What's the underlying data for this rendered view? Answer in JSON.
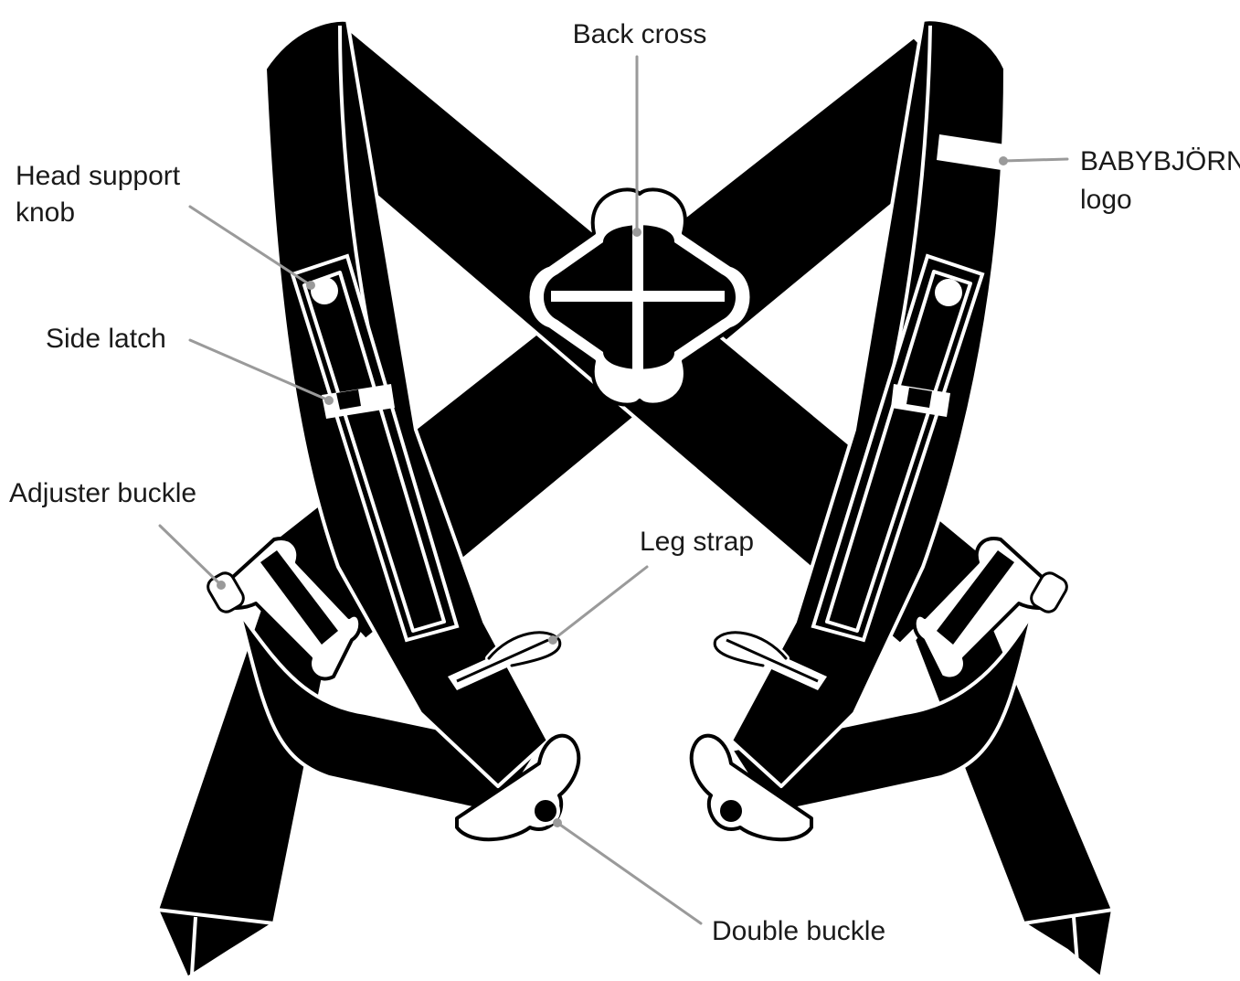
{
  "diagram": {
    "labels": {
      "back_cross": "Back cross",
      "head_support_knob_line1": "Head support",
      "head_support_knob_line2": "knob",
      "babybjorn_logo_line1": "BABYBJÖRN",
      "babybjorn_logo_line2": "logo",
      "side_latch": "Side latch",
      "adjuster_buckle": "Adjuster buckle",
      "leg_strap": "Leg strap",
      "double_buckle": "Double buckle"
    },
    "colors": {
      "strap": "#000000",
      "outline": "#ffffff",
      "leader_line": "#9a9a9a",
      "text": "#1a1a1a"
    }
  }
}
